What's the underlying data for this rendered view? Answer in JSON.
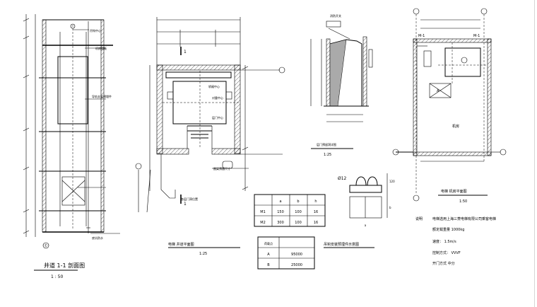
{
  "drawing": {
    "section": {
      "title": "井道 1-1 剖面图",
      "scale": "1 : 50"
    },
    "plan": {
      "title": "电梯    井道平面图",
      "scale": "1:25",
      "cut_label": "1"
    },
    "door_detail": {
      "title": "层门预留洞详图",
      "scale": "1:25"
    },
    "machine_room": {
      "title": "电梯    机房平面图",
      "scale": "1:50",
      "room_label": "机房"
    },
    "hook_detail": {
      "title": "吊钩安装预埋件示意图",
      "dia_label": "Ø12"
    },
    "table_m": {
      "headers": [
        "",
        "a",
        "b",
        "h"
      ],
      "rows": [
        [
          "M1",
          "150",
          "100",
          "16"
        ],
        [
          "M2",
          "300",
          "100",
          "16"
        ]
      ]
    },
    "table_load": {
      "headers": [
        "荷载点",
        ""
      ],
      "rows": [
        [
          "A",
          "95000"
        ],
        [
          "B",
          "25000"
        ]
      ]
    },
    "notes": {
      "heading": "说明",
      "lines": [
        "电梯选用上海三菱电梯有限公司乘客电梯",
        "额定载重量        1000kg",
        "速度：    1.5m/s",
        "控制方式：    VVVF",
        "开门方式  中分"
      ]
    },
    "axis_labels": [
      "Ⓔ",
      "Ⓐ",
      "Ⓕ",
      "Ⓐ",
      "Ⓐ"
    ]
  }
}
